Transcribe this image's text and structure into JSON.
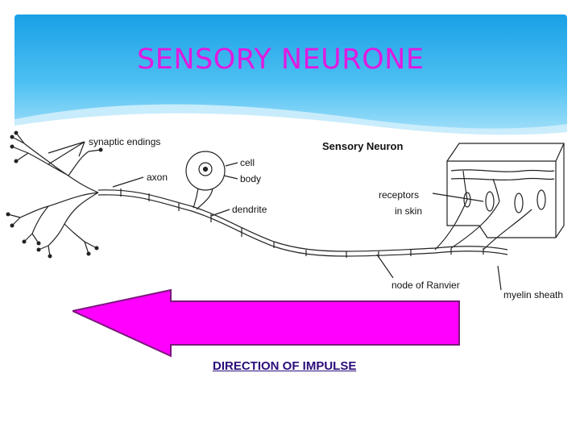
{
  "slide": {
    "title": "SENSORY NEURONE",
    "title_color": "#e01ae0",
    "header_color": "#22a8e8"
  },
  "diagram": {
    "heading": "Sensory Neuron",
    "labels": {
      "synaptic_endings": "synaptic endings",
      "axon": "axon",
      "cell_line1": "cell",
      "cell_line2": "body",
      "dendrite": "dendrite",
      "receptors_line1": "receptors",
      "receptors_line2": "in skin",
      "node_of_ranvier": "node of Ranvier",
      "myelin_sheath": "myelin sheath"
    }
  },
  "impulse": {
    "caption": "DIRECTION OF IMPULSE",
    "arrow_color": "#ff00ff",
    "arrow_direction": "left"
  }
}
